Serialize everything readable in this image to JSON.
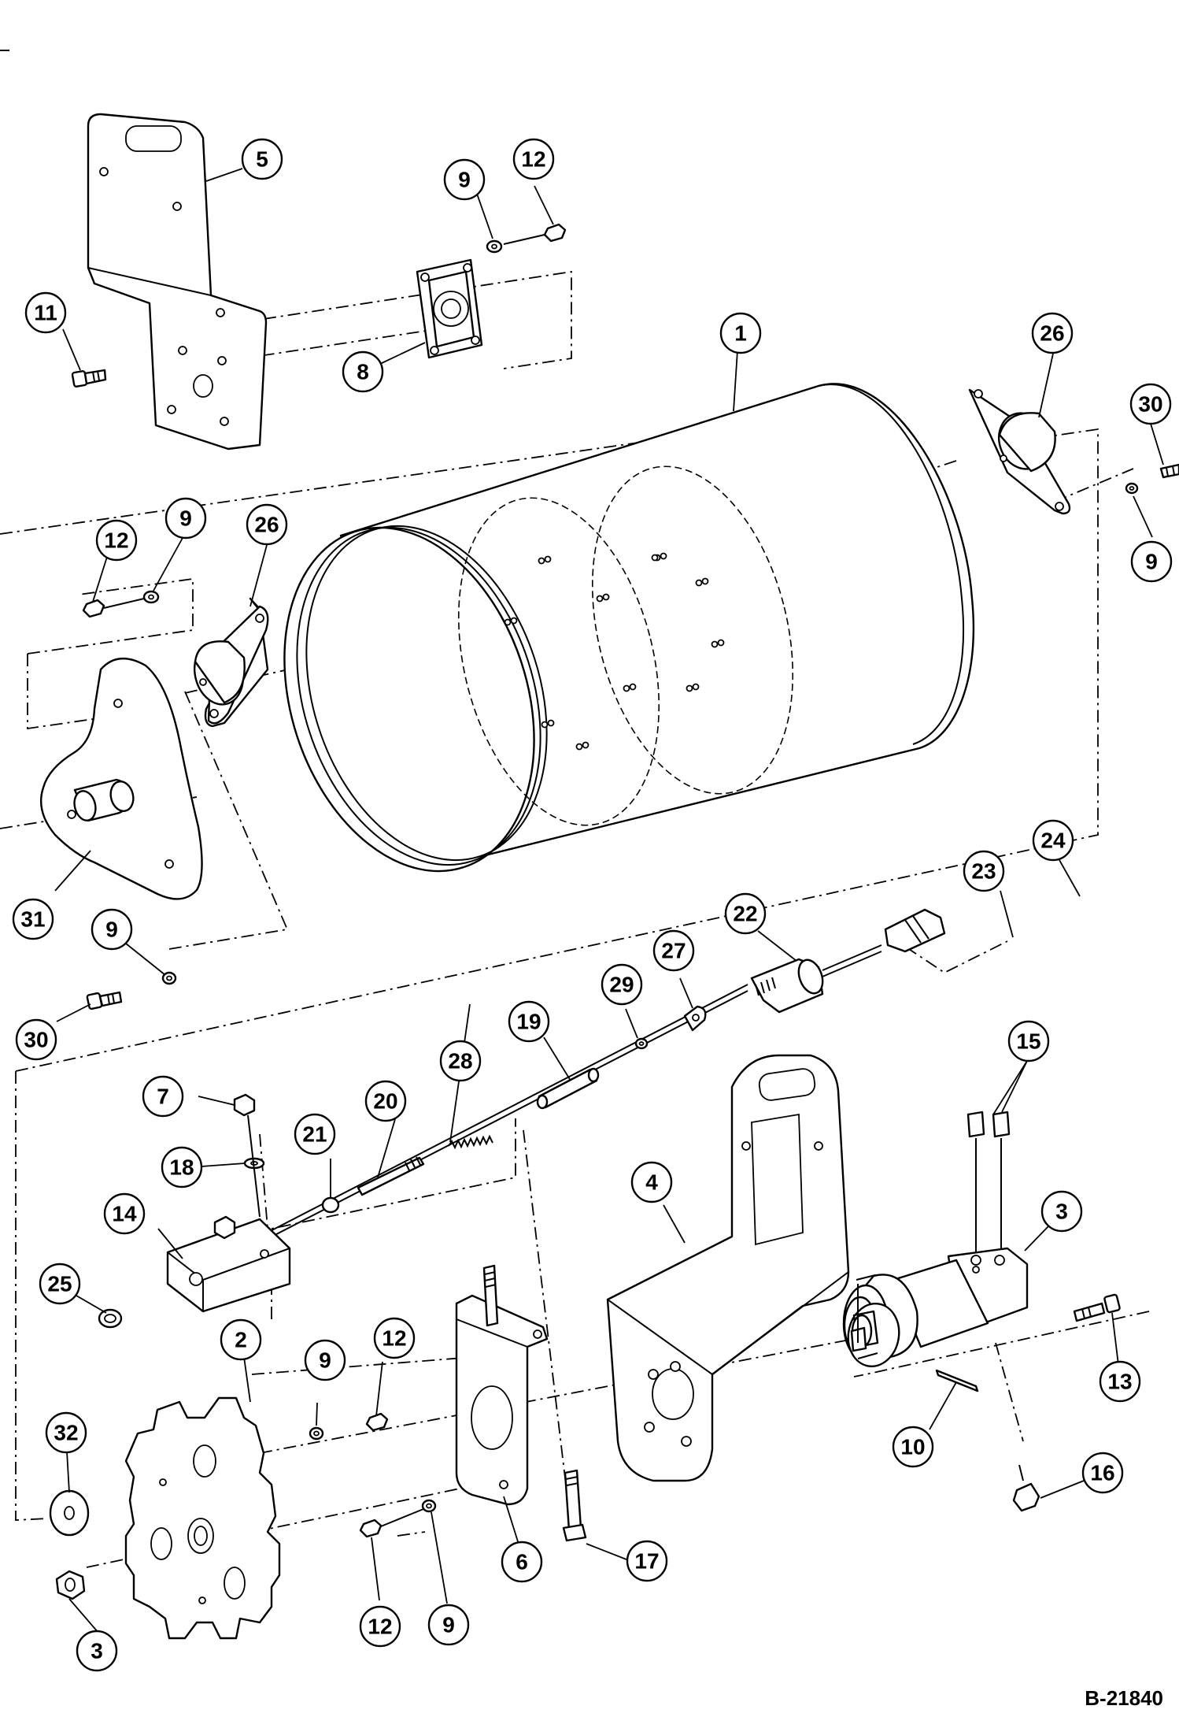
{
  "drawing": {
    "doc_number": "B-21840",
    "callouts": [
      {
        "label": "1"
      },
      {
        "label": "2"
      },
      {
        "label": "3"
      },
      {
        "label": "3"
      },
      {
        "label": "4"
      },
      {
        "label": "5"
      },
      {
        "label": "6"
      },
      {
        "label": "7"
      },
      {
        "label": "8"
      },
      {
        "label": "9"
      },
      {
        "label": "9"
      },
      {
        "label": "9"
      },
      {
        "label": "9"
      },
      {
        "label": "9"
      },
      {
        "label": "9"
      },
      {
        "label": "10"
      },
      {
        "label": "11"
      },
      {
        "label": "12"
      },
      {
        "label": "12"
      },
      {
        "label": "12"
      },
      {
        "label": "12"
      },
      {
        "label": "13"
      },
      {
        "label": "14"
      },
      {
        "label": "15"
      },
      {
        "label": "16"
      },
      {
        "label": "17"
      },
      {
        "label": "18"
      },
      {
        "label": "19"
      },
      {
        "label": "20"
      },
      {
        "label": "21"
      },
      {
        "label": "22"
      },
      {
        "label": "23"
      },
      {
        "label": "24"
      },
      {
        "label": "25"
      },
      {
        "label": "26"
      },
      {
        "label": "26"
      },
      {
        "label": "27"
      },
      {
        "label": "28"
      },
      {
        "label": "29"
      },
      {
        "label": "30"
      },
      {
        "label": "30"
      },
      {
        "label": "31"
      },
      {
        "label": "32"
      }
    ]
  }
}
